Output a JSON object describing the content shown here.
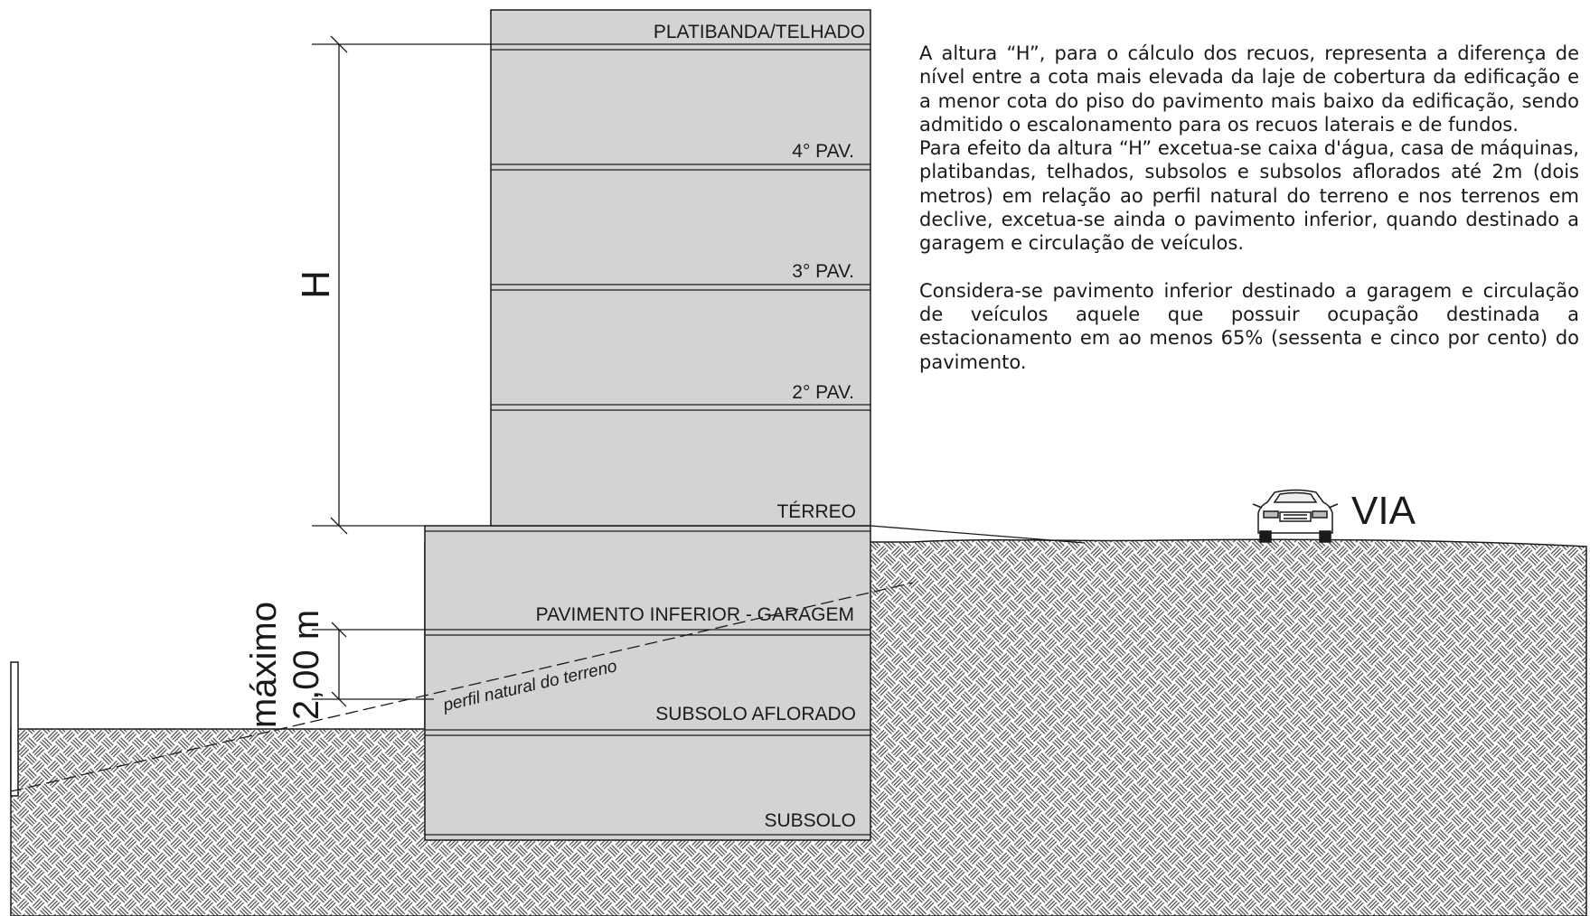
{
  "floors": {
    "platibanda": "PLATIBANDA/TELHADO",
    "pav4": "4° PAV.",
    "pav3": "3° PAV.",
    "pav2": "2° PAV.",
    "terreo": "TÉRREO",
    "garagem": "PAVIMENTO INFERIOR - GARAGEM",
    "subsolo_aflorado": "SUBSOLO AFLORADO",
    "subsolo": "SUBSOLO"
  },
  "dimension_h": "H",
  "dimension_max": {
    "line1": "máximo",
    "line2": "2,00 m"
  },
  "terrain_label": "perfil natural do terreno",
  "road_label": "VIA",
  "note": {
    "p1": "A altura “H”, para o cálculo dos recuos, representa a diferença de nível entre a cota mais elevada da laje de cobertura da edificação e a menor cota do piso do pavimento mais baixo da edificação, sendo admitido o escalonamento para os recuos laterais e de fundos.",
    "p2": "Para efeito da altura “H” excetua-se caixa d'água, casa de máquinas, platibandas, telhados, subsolos e subsolos aflorados até 2m (dois metros) em relação ao perfil natural do terreno e nos terrenos em declive, excetua-se ainda o pavimento inferior, quando destinado a garagem e circulação de veículos.",
    "p3": "Considera-se pavimento inferior destinado a garagem e circulação de veículos aquele que possuir ocupação destinada a estacionamento em ao menos 65% (sessenta e cinco por cento) do pavimento."
  },
  "colors": {
    "building_fill": "#d3d3d3",
    "line": "#1a1a1a",
    "hatch": "#444444"
  },
  "icons": {
    "car": "car-icon"
  }
}
